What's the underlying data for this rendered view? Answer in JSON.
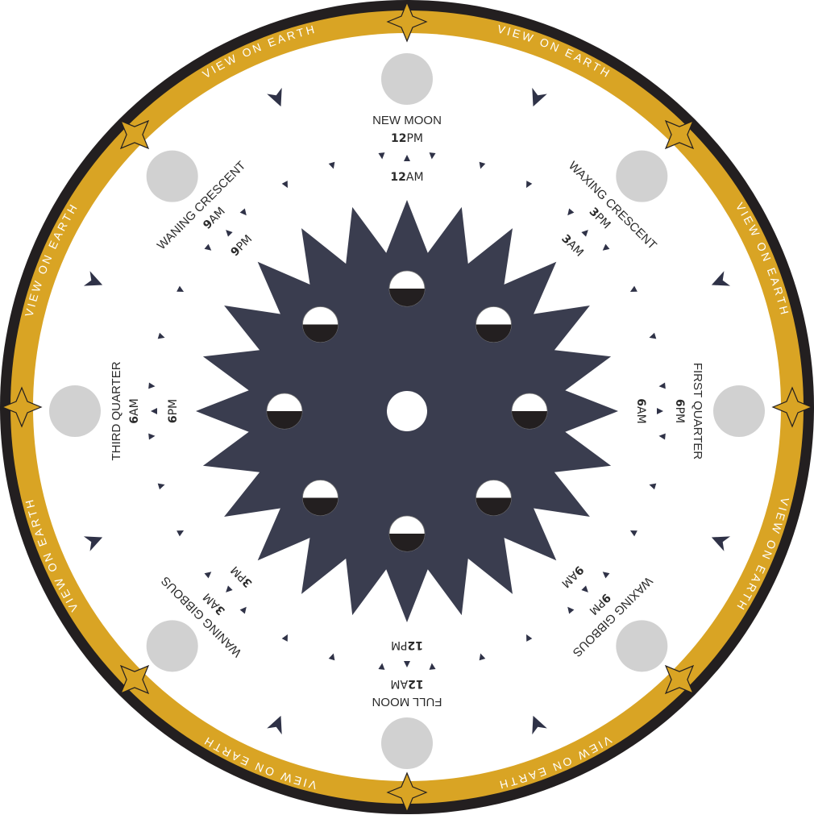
{
  "ring_label": "VIEW ON EARTH",
  "colors": {
    "outer_ring": "#231f20",
    "gold_band": "#d9a424",
    "star": "#3a3d4f",
    "moon_view": "#d1d1d1",
    "moon_dark": "#231f20",
    "arrow": "#2f3247"
  },
  "phases": [
    {
      "name": "NEW MOON",
      "pm_num": "12",
      "pm_suffix": "PM",
      "am_num": "12",
      "am_suffix": "AM"
    },
    {
      "name": "WANING CRESCENT",
      "pm_num": "9",
      "pm_suffix": "AM",
      "am_num": "9",
      "am_suffix": "PM"
    },
    {
      "name": "THIRD QUARTER",
      "pm_num": "6",
      "pm_suffix": "AM",
      "am_num": "6",
      "am_suffix": "PM"
    },
    {
      "name": "WANING GIBBOUS",
      "pm_num": "3",
      "pm_suffix": "AM",
      "am_num": "3",
      "am_suffix": "PM"
    },
    {
      "name": "FULL MOON",
      "pm_num": "12",
      "pm_suffix": "AM",
      "am_num": "12",
      "am_suffix": "PM"
    },
    {
      "name": "WAXING GIBBOUS",
      "pm_num": "9",
      "pm_suffix": "PM",
      "am_num": "9",
      "am_suffix": "AM"
    },
    {
      "name": "FIRST QUARTER",
      "pm_num": "6",
      "pm_suffix": "PM",
      "am_num": "6",
      "am_suffix": "AM"
    },
    {
      "name": "WAXING CRESCENT",
      "pm_num": "3",
      "pm_suffix": "PM",
      "am_num": "3",
      "am_suffix": "AM"
    }
  ]
}
